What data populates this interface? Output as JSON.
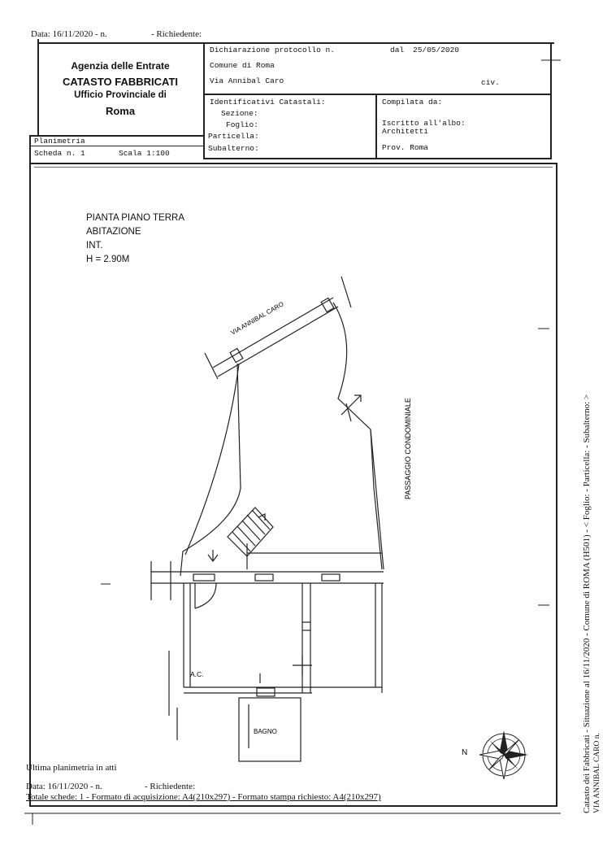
{
  "top_line": {
    "date": "Data: 16/11/2020 - n.",
    "richiedente": "- Richiedente:"
  },
  "agency": {
    "line1": "Agenzia delle Entrate",
    "line2": "CATASTO FABBRICATI",
    "line3": "Ufficio Provinciale di",
    "line4": "Roma"
  },
  "protocol": {
    "dichiarazione": "Dichiarazione protocollo n.",
    "dal": "dal",
    "date": "25/05/2020",
    "comune": "Comune di Roma",
    "via": "Via Annibal Caro",
    "civ": "civ."
  },
  "ids": {
    "title": "Identificativi Catastali:",
    "sezione": "Sezione:",
    "foglio": "Foglio:",
    "particella": "Particella:",
    "subalterno": "Subalterno:"
  },
  "compilata": {
    "title": "Compilata da:",
    "iscritto": "Iscritto all'albo:",
    "architetti": "Architetti",
    "prov": "Prov. Roma"
  },
  "sheet": {
    "planimetria": "Planimetria",
    "scheda": "Scheda n. 1",
    "scala": "Scala 1:100"
  },
  "plan_text": {
    "l1": "PIANTA PIANO TERRA",
    "l2": "ABITAZIONE",
    "l3": "INT.",
    "l4": "H = 2.90M",
    "street": "VIA ANNIBAL CARO",
    "passaggio": "PASSAGGIO CONDOMINIALE",
    "ac": "A.C.",
    "bagno": "BAGNO",
    "north": "N"
  },
  "side_text": {
    "l1": "Catasto dei Fabbricati - Situazione al 16/11/2020 - Comune di ROMA (H501) - < Foglio:     - Particella:     - Subalterno:     >",
    "l2": "VIA ANNIBAL CARO n."
  },
  "footer": {
    "ultima": "Ultima planimetria in atti",
    "date": "Data: 16/11/2020 - n.",
    "richiedente": "- Richiedente:",
    "totale": "Totale schede: 1 - Formato di acquisizione: A4(210x297) - Formato stampa richiesto: A4(210x297)"
  }
}
